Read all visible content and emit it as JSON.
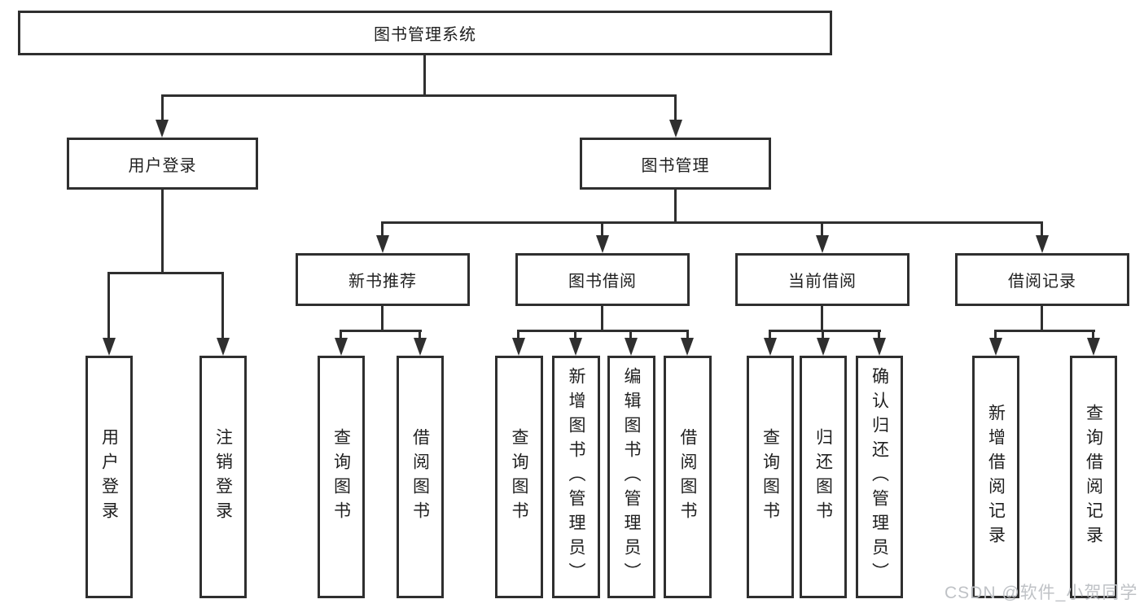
{
  "diagram": {
    "root": "图书管理系统",
    "level2": {
      "user_login": "用户登录",
      "book_mgmt": "图书管理"
    },
    "level3": {
      "new_books": "新书推荐",
      "book_borrow": "图书借阅",
      "current_borrow": "当前借阅",
      "borrow_records": "借阅记录"
    },
    "leaves": {
      "user_login": "用户登录",
      "logout": "注销登录",
      "nb_query": "查询图书",
      "nb_borrow": "借阅图书",
      "bb_query": "查询图书",
      "bb_add": "新增图书（管理员）",
      "bb_edit": "编辑图书（管理员）",
      "bb_borrow": "借阅图书",
      "cur_query": "查询图书",
      "cur_return": "归还图书",
      "cur_confirm": "确认归还（管理员）",
      "rec_add": "新增借阅记录",
      "rec_query": "查询借阅记录"
    },
    "hierarchy": {
      "图书管理系统": [
        "用户登录",
        "图书管理"
      ],
      "用户登录": [
        "用户登录",
        "注销登录"
      ],
      "图书管理": [
        "新书推荐",
        "图书借阅",
        "当前借阅",
        "借阅记录"
      ],
      "新书推荐": [
        "查询图书",
        "借阅图书"
      ],
      "图书借阅": [
        "查询图书",
        "新增图书（管理员）",
        "编辑图书（管理员）",
        "借阅图书"
      ],
      "当前借阅": [
        "查询图书",
        "归还图书",
        "确认归还（管理员）"
      ],
      "借阅记录": [
        "新增借阅记录",
        "查询借阅记录"
      ]
    }
  },
  "watermark": {
    "text": "CSDN @软件_小贺同学"
  },
  "colors": {
    "line": "#2f2f2f",
    "text": "#1f1f1f",
    "background": "#ffffff",
    "watermark": "#bfc2c6"
  }
}
